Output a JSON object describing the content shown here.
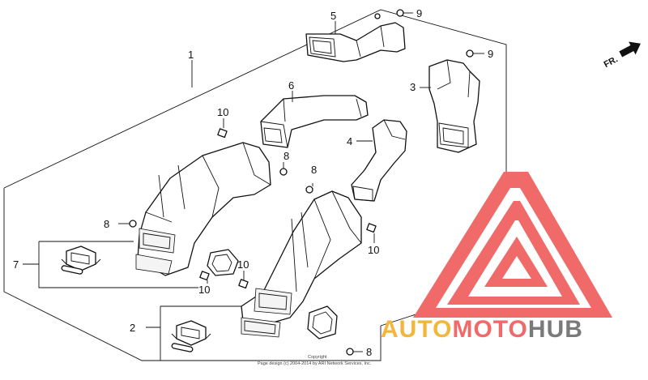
{
  "diagram": {
    "callouts": [
      {
        "id": "1",
        "text": "1"
      },
      {
        "id": "2",
        "text": "2"
      },
      {
        "id": "3",
        "text": "3"
      },
      {
        "id": "4",
        "text": "4"
      },
      {
        "id": "5",
        "text": "5"
      },
      {
        "id": "6",
        "text": "6"
      },
      {
        "id": "7",
        "text": "7"
      },
      {
        "id": "8a",
        "text": "8"
      },
      {
        "id": "8b",
        "text": "8"
      },
      {
        "id": "8c",
        "text": "8"
      },
      {
        "id": "8d",
        "text": "8"
      },
      {
        "id": "9a",
        "text": "9"
      },
      {
        "id": "9b",
        "text": "9"
      },
      {
        "id": "10a",
        "text": "10"
      },
      {
        "id": "10b",
        "text": "10"
      },
      {
        "id": "10c",
        "text": "10"
      },
      {
        "id": "10d",
        "text": "10"
      }
    ],
    "direction_label": "FR.",
    "copyright_line1": "Copyright",
    "copyright_line2": "Page design (c) 2004-2014 by ARI Network Services, Inc.",
    "watermark": {
      "part1": "AUTO",
      "part2": "MOTO",
      "part3": "HUB",
      "color_primary": "#f06a6a",
      "color_secondary": "#f3b63c",
      "color_tertiary": "#7a7a7a"
    }
  }
}
